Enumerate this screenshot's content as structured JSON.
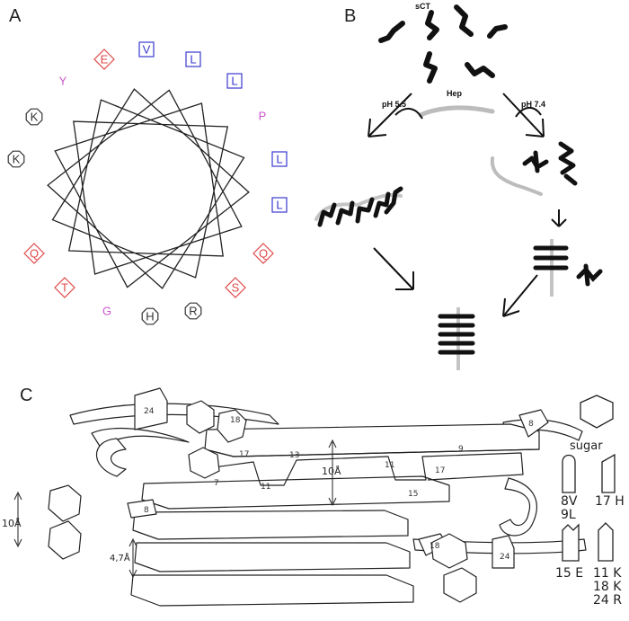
{
  "panels": {
    "a": {
      "letter": "A"
    },
    "b": {
      "letter": "B"
    },
    "c": {
      "letter": "C"
    }
  },
  "wheel": {
    "residues": [
      {
        "label": "V",
        "shape": "square",
        "color": "#3a3ad0"
      },
      {
        "label": "L",
        "shape": "square",
        "color": "#3a3ad0"
      },
      {
        "label": "L",
        "shape": "square",
        "color": "#3a3ad0"
      },
      {
        "label": "P",
        "shape": "none",
        "color": "#cc55cc"
      },
      {
        "label": "L",
        "shape": "square",
        "color": "#3a3ad0"
      },
      {
        "label": "L",
        "shape": "square",
        "color": "#3a3ad0"
      },
      {
        "label": "Q",
        "shape": "diamond",
        "color": "#e04848"
      },
      {
        "label": "S",
        "shape": "diamond",
        "color": "#e04848"
      },
      {
        "label": "R",
        "shape": "octagon",
        "color": "#333333"
      },
      {
        "label": "H",
        "shape": "octagon",
        "color": "#333333"
      },
      {
        "label": "G",
        "shape": "none",
        "color": "#cc55cc"
      },
      {
        "label": "T",
        "shape": "diamond",
        "color": "#e04848"
      },
      {
        "label": "Q",
        "shape": "diamond",
        "color": "#e04848"
      },
      {
        "label": "K",
        "shape": "octagon",
        "color": "#333333"
      },
      {
        "label": "K",
        "shape": "octagon",
        "color": "#333333"
      },
      {
        "label": "Y",
        "shape": "none",
        "color": "#cc55cc"
      },
      {
        "label": "E",
        "shape": "diamond",
        "color": "#e04848"
      }
    ]
  },
  "scheme": {
    "sct_label": "sCT",
    "left_label": "pH 5.5",
    "hep_label": "Hep",
    "right_label": "pH 7.4"
  },
  "fibril": {
    "residue_numbers": [
      "24",
      "18",
      "17",
      "13",
      "11",
      "9",
      "8",
      "8",
      "7",
      "11",
      "15",
      "17",
      "18",
      "24"
    ],
    "spacing_vertical": "10Å",
    "spacing_center": "10Å",
    "spacing_sheet": "4,7Å",
    "legend": {
      "sugar": "sugar",
      "g1": "8V\n9L",
      "g2": "17 H",
      "g3": "15 E",
      "g4": "11 K\n18 K\n24 R"
    }
  }
}
